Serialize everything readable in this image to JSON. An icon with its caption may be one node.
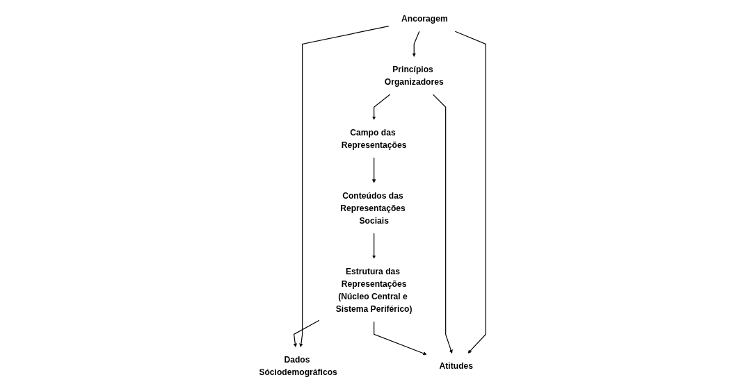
{
  "diagram": {
    "nodes": [
      {
        "text": [
          "Ancoragem"
        ]
      },
      {
        "text": [
          "Princípios Organizadores"
        ]
      },
      {
        "text": [
          "Campo das Representações"
        ]
      },
      {
        "text": [
          "Dados Sóciodemográficos"
        ]
      },
      {
        "text": [
          "Atitudes"
        ]
      },
      {
        "text": [
          "Conteúdos das Representações Sociais"
        ]
      },
      {
        "text": [
          "Estrutura das Representações",
          "(Núcleo Central e Sistema Periférico)"
        ]
      }
    ],
    "edges": [
      {
        "from": 0,
        "to": 1,
        "arrow": "to"
      },
      {
        "from": 1,
        "to": 2,
        "arrow": "to"
      },
      {
        "from": 0,
        "to": 3,
        "arrow": "to"
      },
      {
        "from": 0,
        "to": 4,
        "arrow": "to"
      },
      {
        "from": 1,
        "to": 4,
        "arrow": "to"
      },
      {
        "from": 2,
        "to": 5,
        "arrow": "to"
      },
      {
        "from": 5,
        "to": 6,
        "arrow": "to"
      },
      {
        "from": 6,
        "to": 3,
        "arrow": "to"
      },
      {
        "from": 6,
        "to": 4,
        "arrow": "to"
      }
    ]
  }
}
